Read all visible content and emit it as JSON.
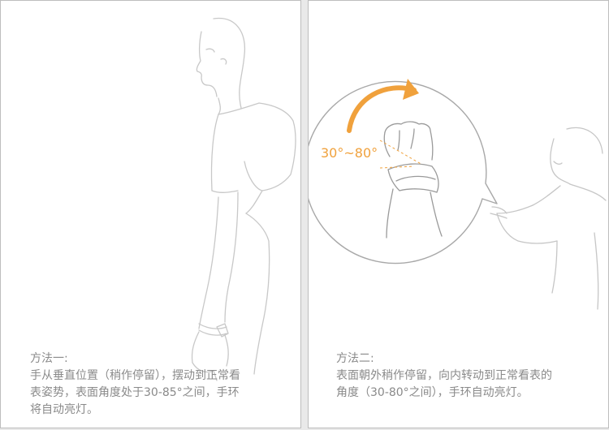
{
  "left_panel": {
    "title": "方法一:",
    "lines": [
      "手从垂直位置（稍作停留），摆动到正常看",
      "表姿势，表面角度处于30-85°之间，手环",
      "将自动亮灯。"
    ]
  },
  "right_panel": {
    "title": "方法二:",
    "lines": [
      "表面朝外稍作停留，向内转动到正常看表的",
      "角度（30-80°之间），手环自动亮灯。"
    ],
    "angle_label": "30°~80°"
  },
  "colors": {
    "accent": "#f0a13c",
    "line_art": "#c4c4c4",
    "text": "#8a8a8a"
  }
}
